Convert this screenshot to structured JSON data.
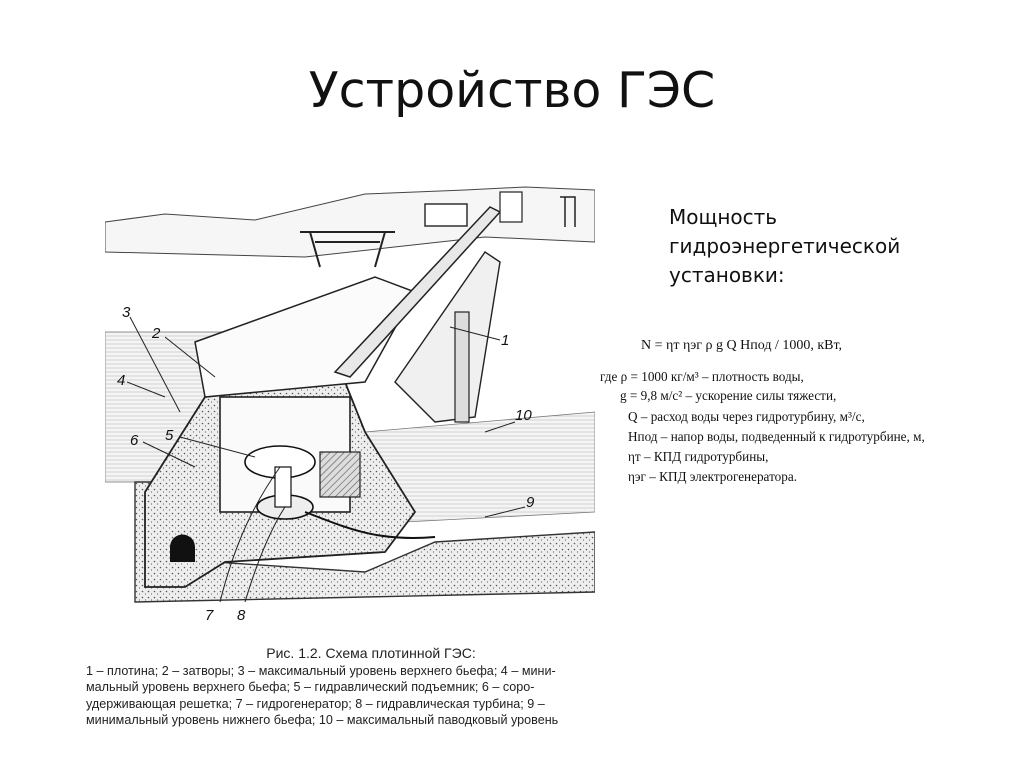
{
  "slide": {
    "title": "Устройство ГЭС",
    "subtitle_lines": [
      "Мощность",
      "гидроэнергетической",
      "установки:"
    ]
  },
  "formula": {
    "main": "N = ηт ηэг ρ g Q Hпод / 1000, кВт,",
    "where": [
      "где  ρ  = 1000 кг/м³ – плотность воды,",
      "g = 9,8 м/с² – ускорение силы тяжести,",
      "Q – расход воды через гидротурбину, м³/с,",
      "Hпод – напор воды, подведенный к гидротурбине, м,",
      "ηт – КПД гидротурбины,",
      "ηэг – КПД электрогенератора."
    ]
  },
  "diagram": {
    "callouts": [
      "1",
      "2",
      "3",
      "4",
      "5",
      "6",
      "7",
      "8",
      "9",
      "10"
    ]
  },
  "caption": {
    "title": "Рис. 1.2. Схема плотинной ГЭС:",
    "lines": [
      "1 – плотина; 2 – затворы; 3 – максимальный уровень верхнего бьефа; 4 – мини-",
      "мальный уровень верхнего бьефа; 5 – гидравлический подъемник; 6 – соро-",
      "удерживающая решетка; 7 – гидрогенератор; 8 – гидравлическая турбина; 9 –",
      "минимальный уровень нижнего бьефа; 10 – максимальный паводковый уровень"
    ]
  }
}
